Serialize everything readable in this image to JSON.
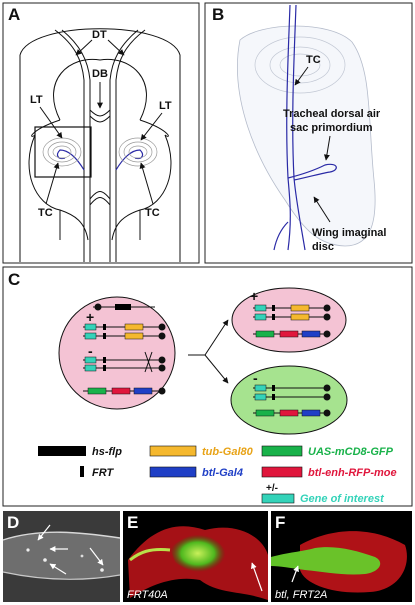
{
  "panel_a": {
    "letter": "A",
    "labels": {
      "dt": "DT",
      "db": "DB",
      "lt_left": "LT",
      "lt_right": "LT",
      "tc_left": "TC",
      "tc_right": "TC"
    }
  },
  "panel_b": {
    "letter": "B",
    "labels": {
      "tc": "TC",
      "primordium_line1": "Tracheal dorsal air",
      "primordium_line2": "sac primordium",
      "disc_line1": "Wing imaginal",
      "disc_line2": "disc"
    }
  },
  "panel_c": {
    "letter": "C",
    "signs": {
      "plus": "+",
      "minus": "-",
      "plus_top": "+",
      "minus_bottom": "-"
    },
    "legend": [
      {
        "label": "hs-flp",
        "color": "#000000",
        "text_color": "#111111"
      },
      {
        "label": "tub-Gal80",
        "color": "#f5b82e",
        "text_color": "#e8a317"
      },
      {
        "label": "UAS-mCD8-GFP",
        "color": "#19b24a",
        "text_color": "#19b24a"
      },
      {
        "label": "FRT",
        "color": "#000000",
        "text_color": "#111111"
      },
      {
        "label": "btl-Gal4",
        "color": "#1f3fc6",
        "text_color": "#1f3fc6"
      },
      {
        "label": "btl-enh-RFP-moe",
        "color": "#e0163c",
        "text_color": "#e0163c"
      },
      {
        "label": "Gene of interest",
        "color": "#34d3b9",
        "text_color": "#34d3b9",
        "sign": "+/-"
      }
    ]
  },
  "panel_d": {
    "letter": "D"
  },
  "panel_e": {
    "letter": "E",
    "caption": "FRT40A"
  },
  "panel_f": {
    "letter": "F",
    "caption": "btl, FRT2A"
  },
  "colors": {
    "pink": "#f4c3d4",
    "green_cell": "#a6e38f",
    "outline_blue": "#2a2aa6"
  }
}
